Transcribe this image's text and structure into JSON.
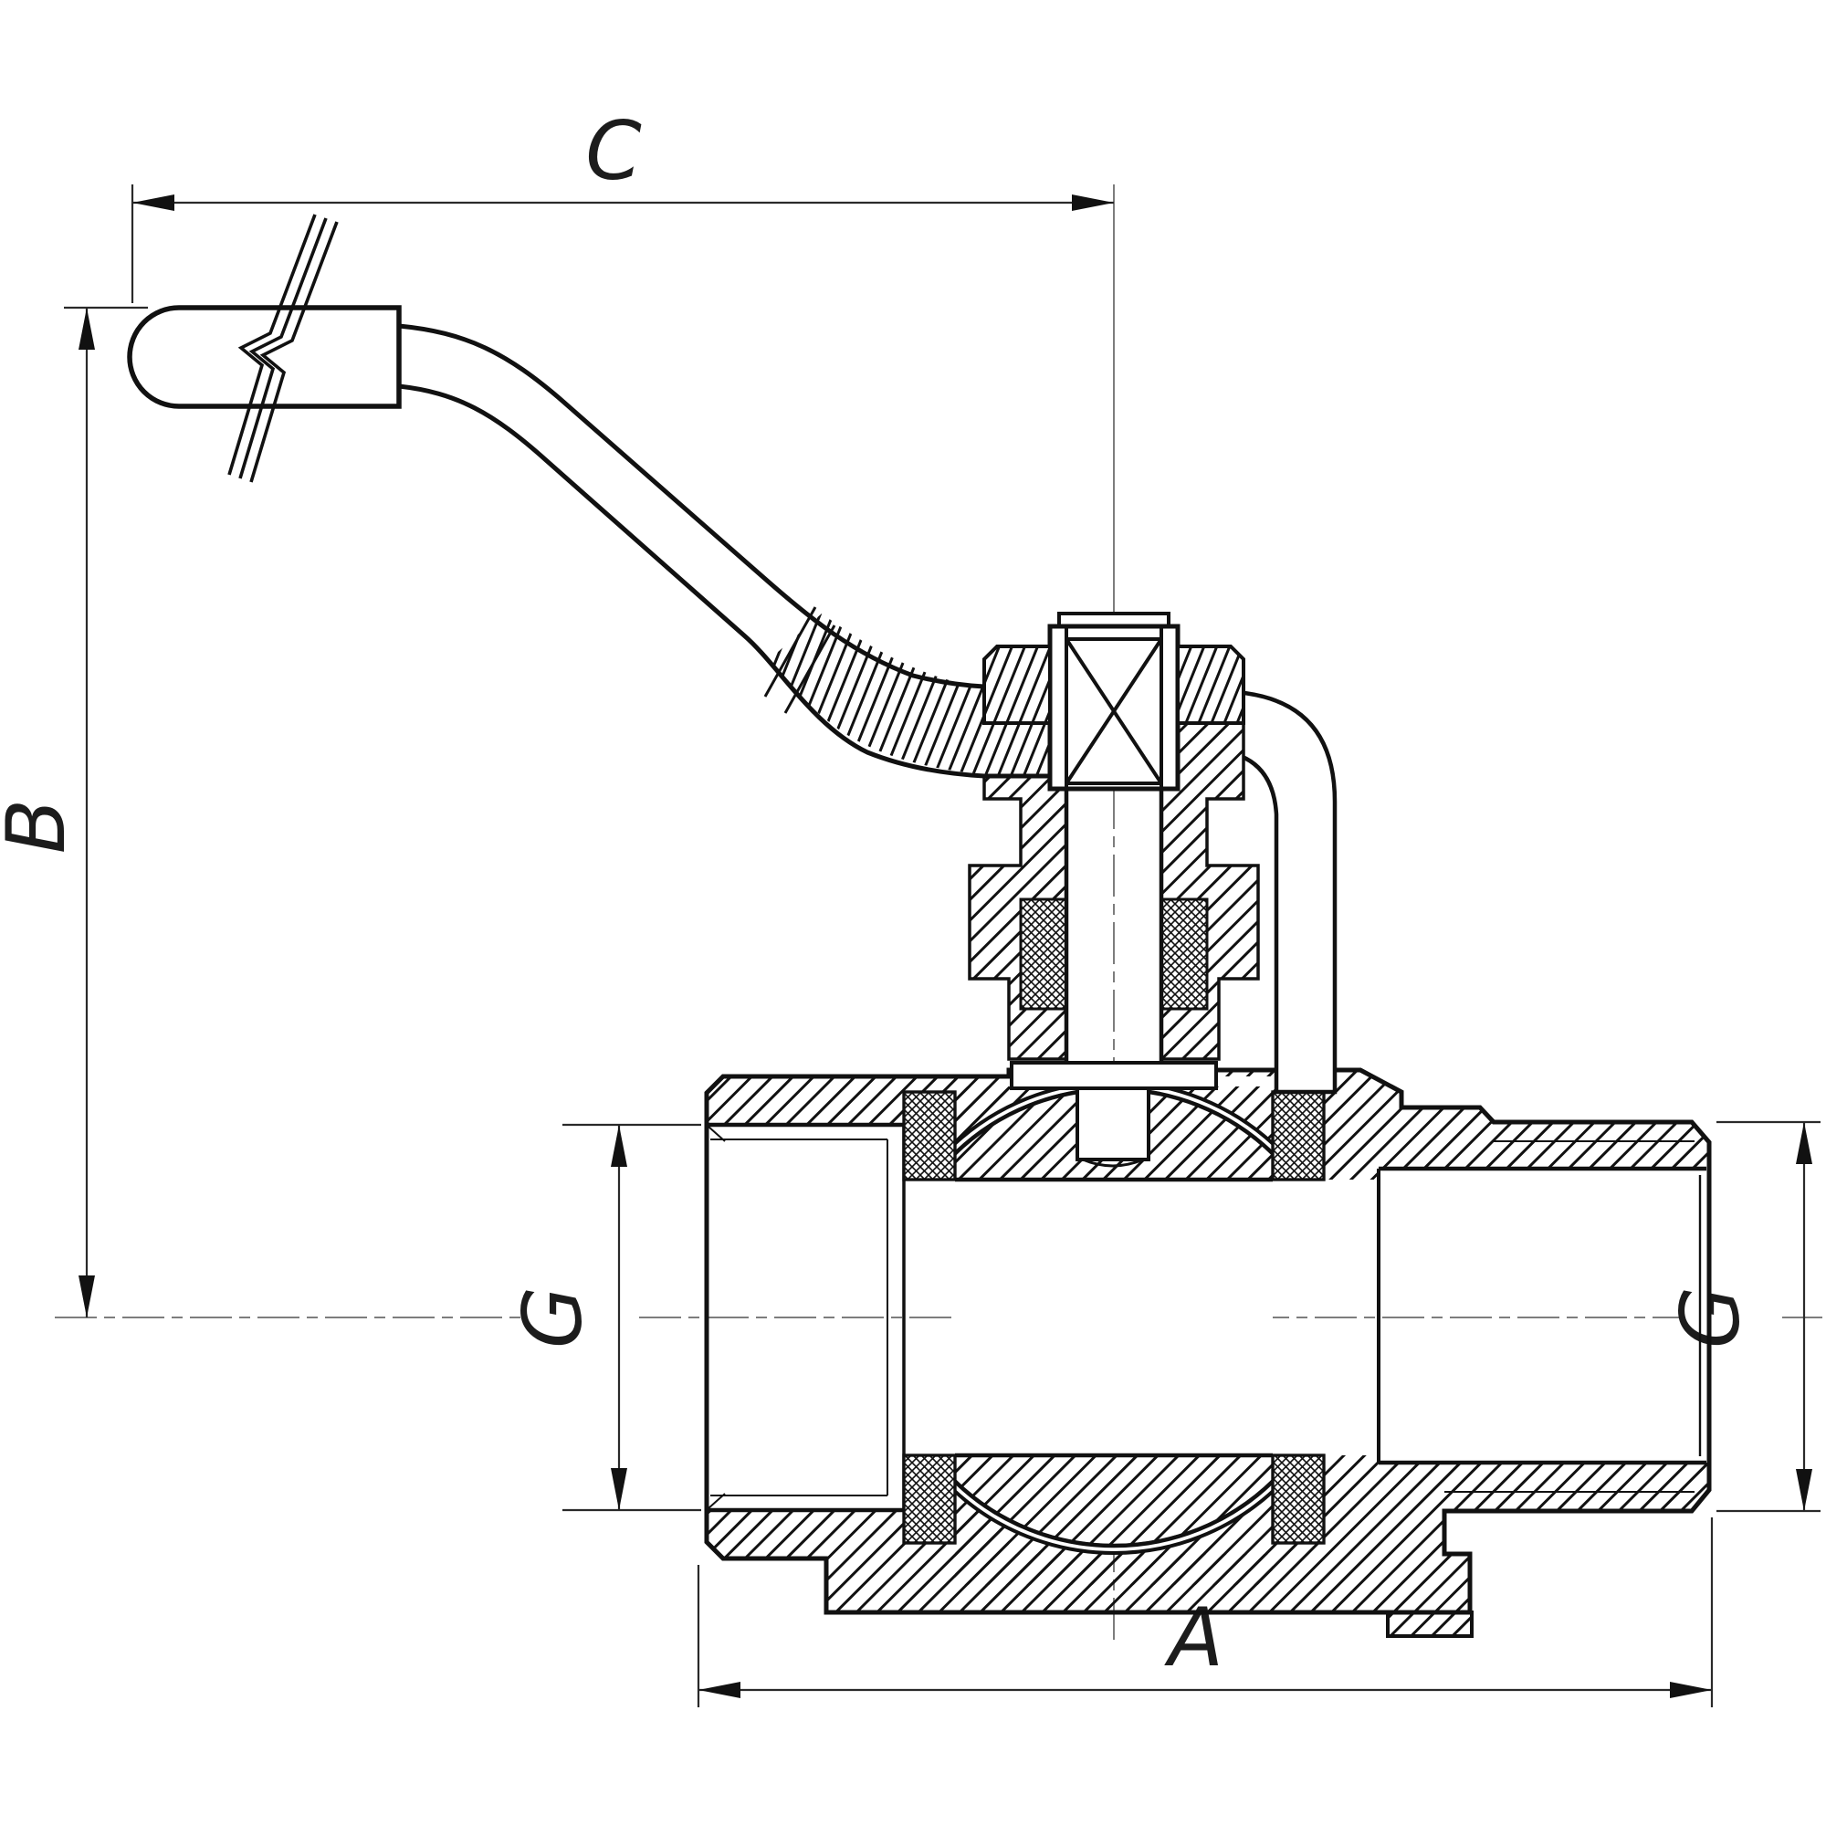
{
  "drawing": {
    "background": "#ffffff",
    "line_color": "#111111",
    "centerline_color": "#7d7d7d",
    "dimensions": {
      "top_length": {
        "label": "C"
      },
      "left_height": {
        "label": "B"
      },
      "left_port_size": {
        "label": "G"
      },
      "right_port_size": {
        "label": "G"
      },
      "overall_length": {
        "label": "A"
      }
    }
  }
}
